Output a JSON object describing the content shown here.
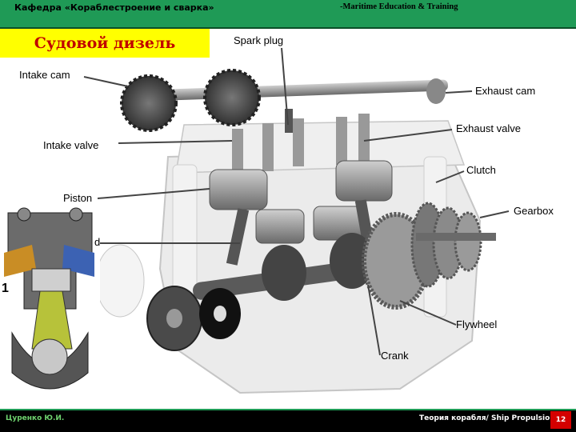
{
  "header": {
    "department": "Кафедра «Кораблестроение и сварка»",
    "education": "-Maritime Education & Training"
  },
  "slide": {
    "title": "Судовой дизель"
  },
  "figure": {
    "labels": {
      "spark_plug": "Spark plug",
      "intake_cam": "Intake cam",
      "exhaust_cam": "Exhaust cam",
      "exhaust_valve": "Exhaust valve",
      "intake_valve": "Intake valve",
      "clutch": "Clutch",
      "piston": "Piston",
      "gearbox": "Gearbox",
      "rod_fragment": "d",
      "flywheel": "Flywheel",
      "crank": "Crank",
      "inset_number": "1"
    }
  },
  "footer": {
    "author": "Цуренко Ю.И.",
    "course": "Теория корабля/ Ship Propulsion",
    "page": "12"
  },
  "colors": {
    "header_green": "#1f9a56",
    "title_yellow": "#ffff00",
    "title_red": "#c00000",
    "page_badge_red": "#d40000"
  }
}
